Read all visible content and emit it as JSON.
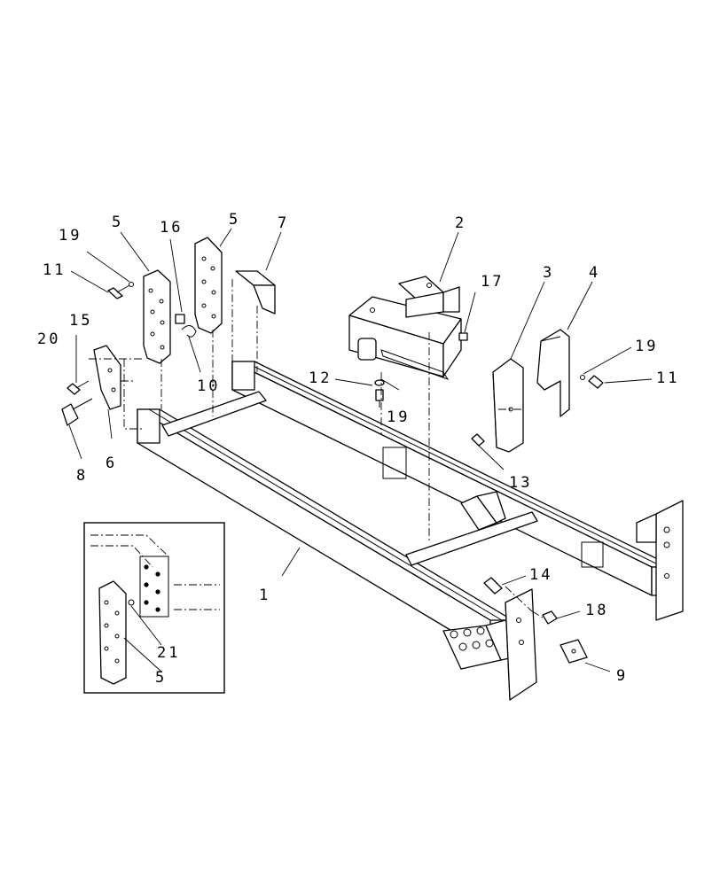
{
  "diagram": {
    "callouts": [
      {
        "id": "c1",
        "text": "1"
      },
      {
        "id": "c2",
        "text": "2"
      },
      {
        "id": "c3",
        "text": "3"
      },
      {
        "id": "c4",
        "text": "4"
      },
      {
        "id": "c5a",
        "text": "5"
      },
      {
        "id": "c5b",
        "text": "5"
      },
      {
        "id": "c5c",
        "text": "5"
      },
      {
        "id": "c6",
        "text": "6"
      },
      {
        "id": "c7",
        "text": "7"
      },
      {
        "id": "c8",
        "text": "8"
      },
      {
        "id": "c9",
        "text": "9"
      },
      {
        "id": "c10",
        "text": "10"
      },
      {
        "id": "c11a",
        "text": "11"
      },
      {
        "id": "c11b",
        "text": "11"
      },
      {
        "id": "c12",
        "text": "12"
      },
      {
        "id": "c13",
        "text": "13"
      },
      {
        "id": "c14",
        "text": "14"
      },
      {
        "id": "c15",
        "text": "15"
      },
      {
        "id": "c16",
        "text": "16"
      },
      {
        "id": "c17",
        "text": "17"
      },
      {
        "id": "c18",
        "text": "18"
      },
      {
        "id": "c19a",
        "text": "19"
      },
      {
        "id": "c19b",
        "text": "19"
      },
      {
        "id": "c19c",
        "text": "19"
      },
      {
        "id": "c20",
        "text": "20"
      },
      {
        "id": "c21",
        "text": "21"
      }
    ]
  }
}
